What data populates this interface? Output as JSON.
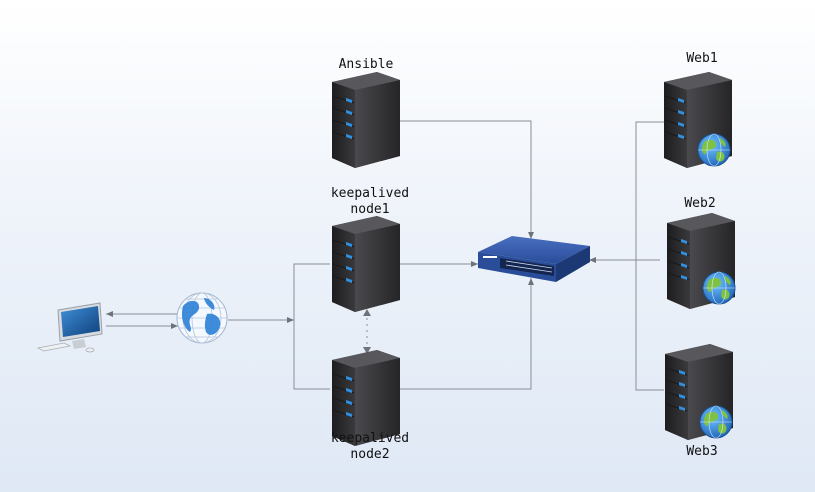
{
  "diagram": {
    "nodes": {
      "ansible": {
        "label": "Ansible",
        "icon": "server-icon"
      },
      "keepalived_node1": {
        "label_line1": "keepalived",
        "label_line2": "node1",
        "icon": "server-icon"
      },
      "keepalived_node2": {
        "label_line1": "keepalived",
        "label_line2": "node2",
        "icon": "server-icon"
      },
      "web1": {
        "label": "Web1",
        "icon": "web-server-icon"
      },
      "web2": {
        "label": "Web2",
        "icon": "web-server-icon"
      },
      "web3": {
        "label": "Web3",
        "icon": "web-server-icon"
      },
      "switch": {
        "icon": "network-switch-icon"
      },
      "client": {
        "icon": "desktop-computer-icon"
      },
      "internet": {
        "icon": "globe-icon"
      }
    },
    "colors": {
      "line": "#8a8f96",
      "server_dark": "#2e2e30",
      "server_led": "#2f8fe0",
      "switch_blue": "#2a4d9a",
      "globe_blue": "#2b7fd6",
      "globe_green": "#7ec243"
    }
  }
}
